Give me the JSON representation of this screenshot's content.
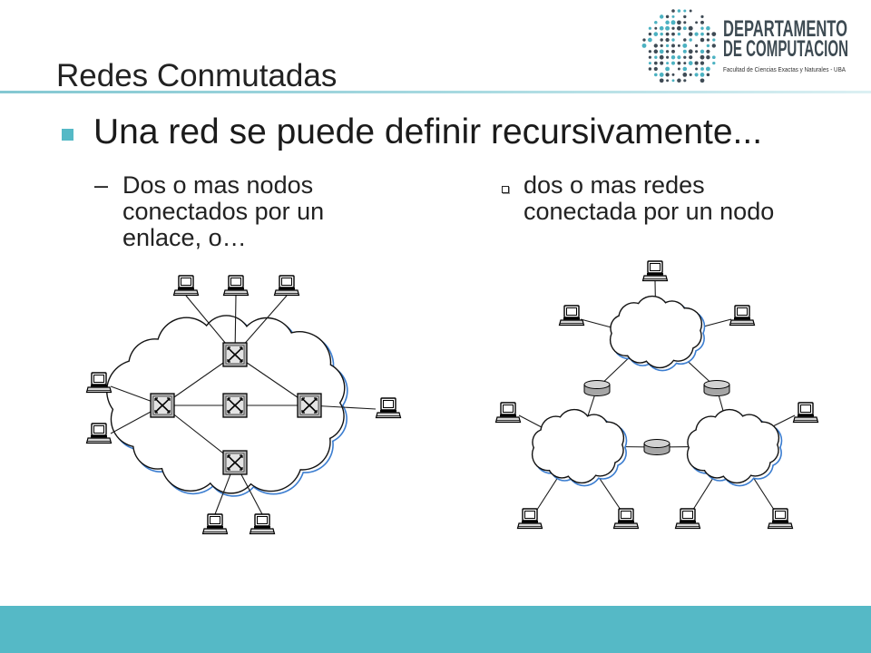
{
  "header": {
    "title": "Redes Conmutadas"
  },
  "logo": {
    "line1": "DEPARTAMENTO",
    "line2": "DE COMPUTACION",
    "subtitle": "Facultad de Ciencias Exactas y Naturales - UBA"
  },
  "main_bullet": {
    "text": "Una red se puede definir recursivamente..."
  },
  "sub_bullets": [
    {
      "marker": "–",
      "text": "Dos o mas nodos conectados por un enlace, o…"
    },
    {
      "text": "dos o mas redes conectada por un nodo"
    }
  ],
  "colors": {
    "accent": "#55b9c6",
    "logo_teal": "#4cb2c2",
    "logo_dark": "#3f4b55",
    "cloud_shadow": "#3b7dd0"
  },
  "icons": [
    "bullet-square-icon",
    "computer-icon",
    "switch-icon",
    "router-node-icon",
    "network-cloud",
    "department-logo"
  ]
}
